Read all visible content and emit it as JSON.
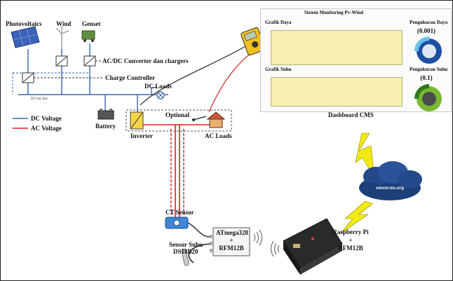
{
  "sources": {
    "pv": "Photovoltaics",
    "wind": "Wind",
    "genset": "Genset"
  },
  "labels": {
    "acdc_converter": "AC/DC Converter dan chargers",
    "charge_controller": "Charge Controller",
    "dc_bus": "DC bus line",
    "dc_loads": "DC Loads",
    "optional": "Optional",
    "battery": "Battery",
    "inverter": "Inverter",
    "ac_loads": "AC Loads",
    "ct_sensor": "CT Sensor",
    "sensor_suhu": "Sensor Suhu",
    "ds18b20": "DS18B20",
    "atmega": "ATmega328",
    "plus1": "+",
    "rfm1": "RFM12B",
    "raspberry": "Raspberry Pi",
    "plus2": "+",
    "rfm2": "RFM12B",
    "emoncms": "emoncms.org",
    "dashboard": "Dashboard CMS"
  },
  "legend": {
    "dc": "DC Voltage",
    "ac": "AC Voltage"
  },
  "dashboard": {
    "title": "Sistem Monitoring Pv-Wind",
    "chart1_title": "Grafik Daya",
    "chart2_title": "Grafik Suhu",
    "gauge1_title": "Pengukuran Daya",
    "gauge1_value": "(0.001)",
    "gauge2_title": "Pengukuran Suhu",
    "gauge2_value": "(0.1)"
  },
  "colors": {
    "dc_line": "#3a64b0",
    "ac_line": "#d62020",
    "plot_fill": "#f7efb0",
    "lightning": "#f2ea10",
    "cloud": "#1d3f78"
  }
}
